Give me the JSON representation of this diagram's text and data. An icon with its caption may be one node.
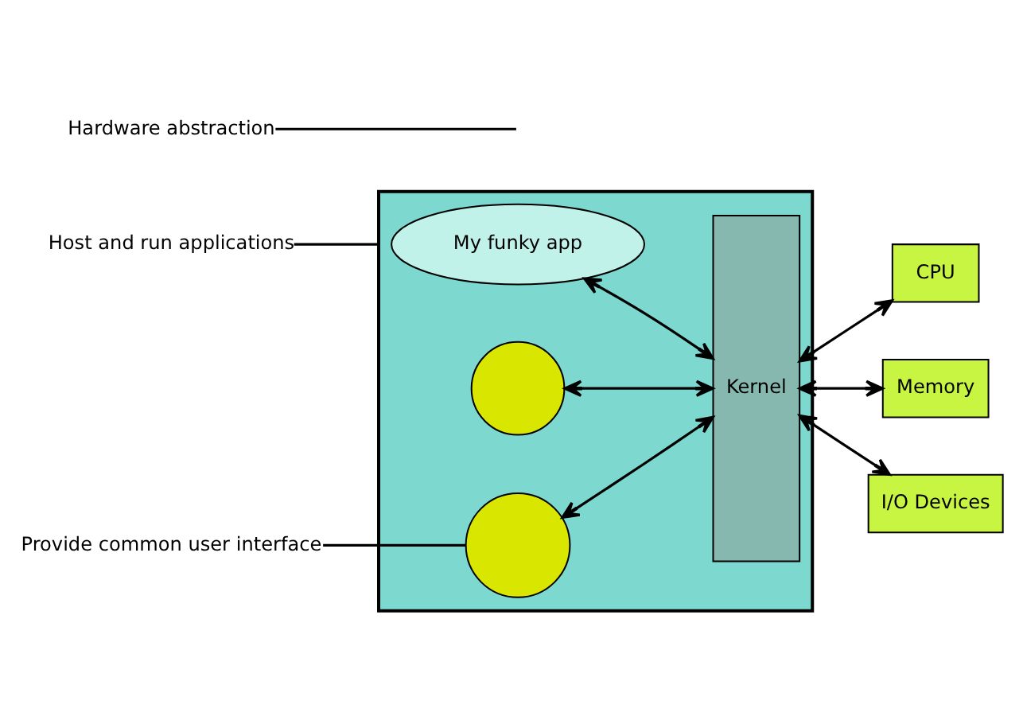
{
  "diagram": {
    "nodes": [
      {
        "text": [],
        "shape": "box"
      },
      {
        "text": [
          "My funky app"
        ],
        "in": 0
      },
      {
        "text": [],
        "shape": "circle",
        "in": 0
      },
      {
        "text": [],
        "shape": "circle",
        "in": 0
      },
      {
        "text": [
          "Kernel"
        ],
        "in": 0
      },
      {
        "text": [
          "CPU"
        ]
      },
      {
        "text": [
          "Memory"
        ]
      },
      {
        "text": [
          "I/O Devices"
        ]
      },
      {
        "text": [
          "Host and run applications"
        ]
      },
      {
        "text": [
          "Hardware abstraction"
        ]
      },
      {
        "text": [
          "Provide common user interface"
        ]
      }
    ],
    "edges": [
      {
        "from": 1,
        "to": 4,
        "arrow": "both"
      },
      {
        "from": 2,
        "to": 4,
        "arrow": "both"
      },
      {
        "from": 3,
        "to": 4,
        "arrow": "both"
      },
      {
        "from": 4,
        "to": 5,
        "arrow": "both"
      },
      {
        "from": 4,
        "to": 6,
        "arrow": "both"
      },
      {
        "from": 4,
        "to": 7,
        "arrow": "both"
      },
      {
        "from": 8,
        "to": 0,
        "arrow": "none"
      },
      {
        "from": 9,
        "to": null,
        "arrow": "none"
      },
      {
        "from": 10,
        "to": 3,
        "arrow": "none"
      }
    ]
  }
}
